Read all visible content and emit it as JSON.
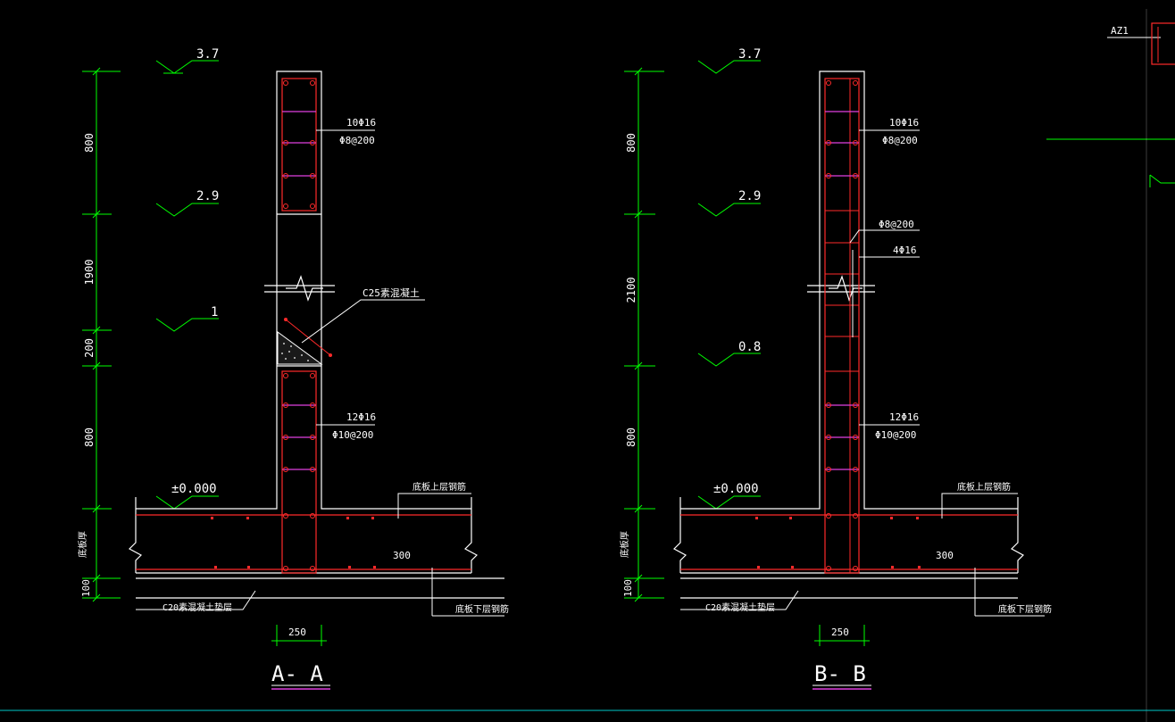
{
  "colors": {
    "background": "#000000",
    "structure": "#ffffff",
    "rebar": "#ff2a2a",
    "stirrup": "#e040e0",
    "dimension": "#00ff00",
    "text": "#ffffff",
    "frame": "#00c8c8"
  },
  "sections": [
    {
      "title": "A- A",
      "top_dims": [
        "800",
        "1900",
        "200",
        "800"
      ],
      "bottom_dim": "100",
      "slab_label": "底板厚",
      "width_dim": "250",
      "elevations": [
        "3.7",
        "2.9",
        "1",
        "±0.000"
      ],
      "top_rebar": "10Φ16",
      "top_stirrup": "Φ8@200",
      "concrete_note": "C25素混凝土",
      "bottom_rebar": "12Φ16",
      "bottom_stirrup": "Φ10@200",
      "slab_top_rebar": "底板上层钢筋",
      "slab_thickness": "300",
      "cushion": "C20素混凝土垫层",
      "slab_bottom_rebar": "底板下层钢筋"
    },
    {
      "title": "B- B",
      "top_dims": [
        "800",
        "2100",
        "800"
      ],
      "bottom_dim": "100",
      "slab_label": "底板厚",
      "width_dim": "250",
      "elevations": [
        "3.7",
        "2.9",
        "0.8",
        "±0.000"
      ],
      "top_rebar": "10Φ16",
      "top_stirrup": "Φ8@200",
      "mid_stirrup": "Φ8@200",
      "mid_rebar": "4Φ16",
      "bottom_rebar": "12Φ16",
      "bottom_stirrup": "Φ10@200",
      "slab_top_rebar": "底板上层钢筋",
      "slab_thickness": "300",
      "cushion": "C20素混凝土垫层",
      "slab_bottom_rebar": "底板下层钢筋"
    }
  ],
  "corner_label": "AZ1"
}
